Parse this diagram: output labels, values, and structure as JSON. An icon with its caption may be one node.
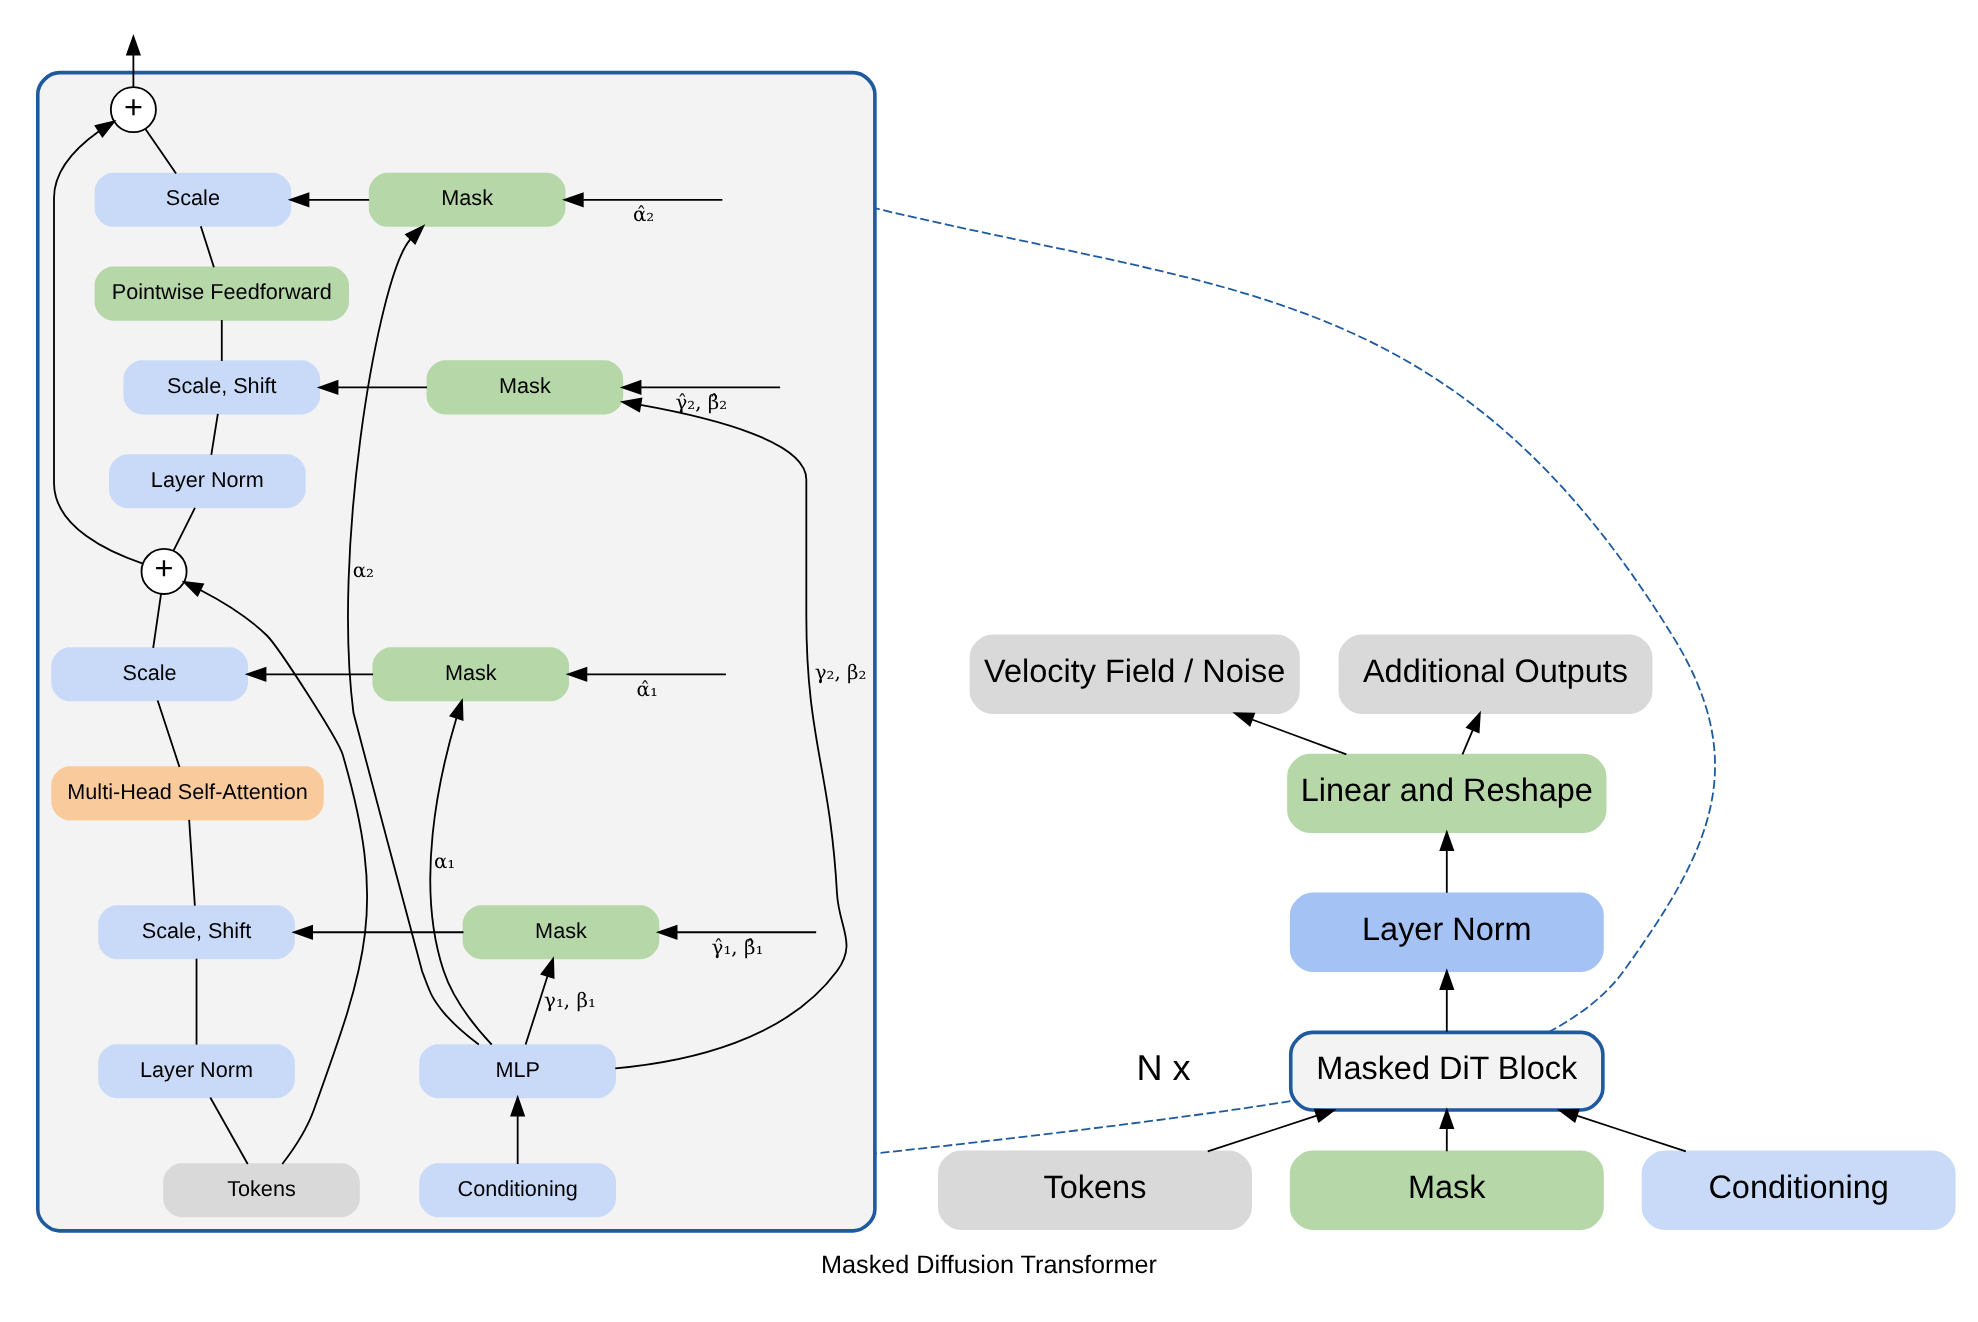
{
  "diagram": {
    "caption": "Masked Diffusion Transformer",
    "nodes": [
      {
        "text": [
          "Velocity Field / Noise"
        ]
      },
      {
        "text": [
          "Additional Outputs"
        ]
      },
      {
        "text": [
          "Linear and Reshape"
        ]
      },
      {
        "text": [
          "Layer Norm"
        ]
      },
      {
        "text": [
          "Masked DiT Block"
        ],
        "beside": [
          "N x"
        ]
      },
      {
        "text": [
          "Tokens"
        ]
      },
      {
        "text": [
          "Mask"
        ]
      },
      {
        "text": [
          "Conditioning"
        ]
      },
      {
        "text": [],
        "shape": "box"
      },
      {
        "text": [
          "+"
        ],
        "in": 8
      },
      {
        "text": [
          "Scale"
        ],
        "in": 8
      },
      {
        "text": [
          "Mask"
        ],
        "in": 8
      },
      {
        "text": [
          "Pointwise Feedforward"
        ],
        "in": 8
      },
      {
        "text": [
          "Scale, Shift"
        ],
        "in": 8
      },
      {
        "text": [
          "Mask"
        ],
        "in": 8
      },
      {
        "text": [
          "Layer Norm"
        ],
        "in": 8
      },
      {
        "text": [
          "+"
        ],
        "in": 8
      },
      {
        "text": [
          "Scale"
        ],
        "in": 8
      },
      {
        "text": [
          "Mask"
        ],
        "in": 8
      },
      {
        "text": [
          "Multi-Head Self-Attention"
        ],
        "in": 8
      },
      {
        "text": [
          "Scale, Shift"
        ],
        "in": 8
      },
      {
        "text": [
          "Mask"
        ],
        "in": 8
      },
      {
        "text": [
          "Layer Norm"
        ],
        "in": 8
      },
      {
        "text": [
          "Tokens"
        ],
        "in": 8
      },
      {
        "text": [
          "MLP"
        ],
        "in": 8
      },
      {
        "text": [
          "Conditioning"
        ],
        "in": 8
      }
    ],
    "edges": [
      {
        "from": 2,
        "to": 0,
        "arrow": "to"
      },
      {
        "from": 2,
        "to": 1,
        "arrow": "to"
      },
      {
        "from": 3,
        "to": 2,
        "arrow": "to"
      },
      {
        "from": 4,
        "to": 3,
        "arrow": "to"
      },
      {
        "from": 5,
        "to": 4,
        "arrow": "to"
      },
      {
        "from": 6,
        "to": 4,
        "arrow": "to"
      },
      {
        "from": 7,
        "to": 4,
        "arrow": "to"
      },
      {
        "from": 4,
        "to": 8,
        "arrow": "none",
        "style": "dashed",
        "color": "#1f5aa0"
      },
      {
        "from": 4,
        "to": 8,
        "arrow": "none",
        "style": "dashed",
        "color": "#1f5aa0"
      },
      {
        "from": 23,
        "to": 22,
        "arrow": "none"
      },
      {
        "from": 22,
        "to": 20,
        "arrow": "none"
      },
      {
        "from": 20,
        "to": 19,
        "arrow": "none"
      },
      {
        "from": 19,
        "to": 17,
        "arrow": "none"
      },
      {
        "from": 17,
        "to": 16,
        "arrow": "none"
      },
      {
        "from": 23,
        "to": 16,
        "arrow": "to"
      },
      {
        "from": 16,
        "to": 15,
        "arrow": "none"
      },
      {
        "from": 15,
        "to": 13,
        "arrow": "none"
      },
      {
        "from": 13,
        "to": 12,
        "arrow": "none"
      },
      {
        "from": 12,
        "to": 10,
        "arrow": "none"
      },
      {
        "from": 10,
        "to": 9,
        "arrow": "none"
      },
      {
        "from": 16,
        "to": 9,
        "arrow": "to"
      },
      {
        "from": 9,
        "to": null,
        "arrow": "to"
      },
      {
        "from": 11,
        "to": 10,
        "arrow": "to"
      },
      {
        "from": 14,
        "to": 13,
        "arrow": "to"
      },
      {
        "from": 18,
        "to": 17,
        "arrow": "to"
      },
      {
        "from": 21,
        "to": 20,
        "arrow": "to"
      },
      {
        "from": null,
        "to": 11,
        "arrow": "to",
        "label": "α̂₂"
      },
      {
        "from": 24,
        "to": 11,
        "arrow": "to",
        "label": "α₂"
      },
      {
        "from": null,
        "to": 14,
        "arrow": "to",
        "label": "γ̂₂, β̂₂"
      },
      {
        "from": 24,
        "to": 14,
        "arrow": "to",
        "label": "γ₂, β₂"
      },
      {
        "from": null,
        "to": 18,
        "arrow": "to",
        "label": "α̂₁"
      },
      {
        "from": 24,
        "to": 18,
        "arrow": "to",
        "label": "α₁"
      },
      {
        "from": null,
        "to": 21,
        "arrow": "to",
        "label": "γ̂₁, β̂₁"
      },
      {
        "from": 24,
        "to": 21,
        "arrow": "to",
        "label": "γ₁, β₁"
      },
      {
        "from": 25,
        "to": 24,
        "arrow": "to"
      }
    ]
  }
}
